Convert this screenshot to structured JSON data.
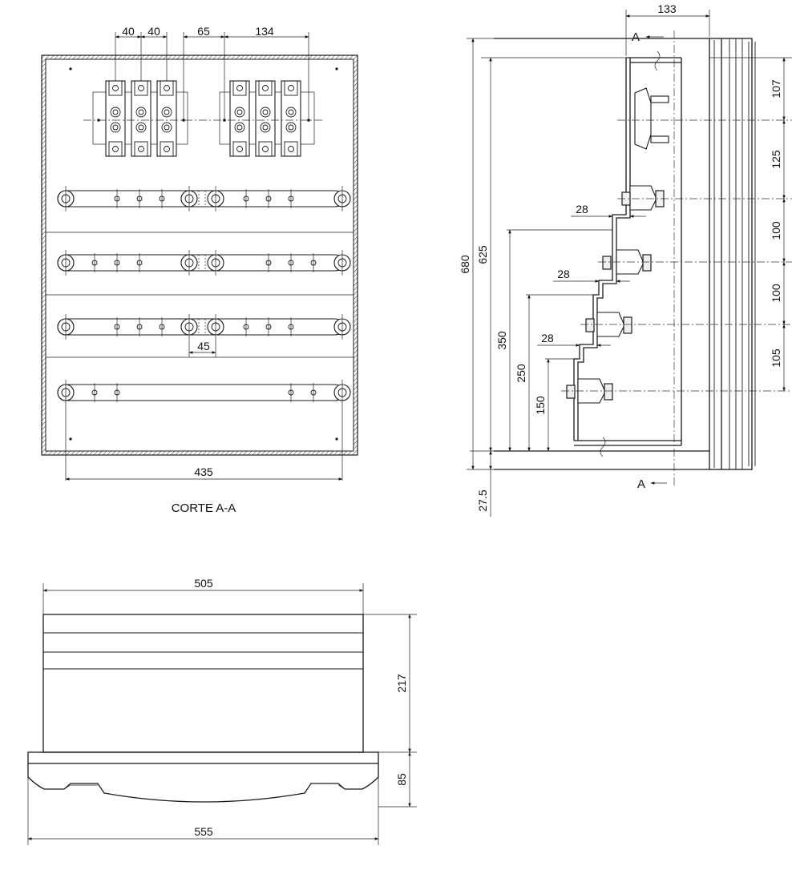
{
  "drawing": {
    "section_label": "CORTE A-A",
    "section_marker": "A",
    "front_view": {
      "dims": {
        "fuse_pitch_1": "40",
        "fuse_pitch_2": "40",
        "fuse_gap": "65",
        "fuse_group_width": "134",
        "busbar_hole_spacing": "45",
        "overall_width": "435"
      }
    },
    "side_view": {
      "dims": {
        "depth": "133",
        "total_height": "680",
        "inner_height": "625",
        "base_offset": "27.5",
        "step_1": "28",
        "step_2": "28",
        "step_3": "28",
        "level_1": "350",
        "level_2": "250",
        "level_3": "150",
        "spacing_107": "107",
        "spacing_125": "125",
        "spacing_100a": "100",
        "spacing_100b": "100",
        "spacing_105": "105"
      }
    },
    "bottom_view": {
      "dims": {
        "top_width": "505",
        "height_upper": "217",
        "height_lower": "85",
        "base_width": "555"
      }
    }
  }
}
